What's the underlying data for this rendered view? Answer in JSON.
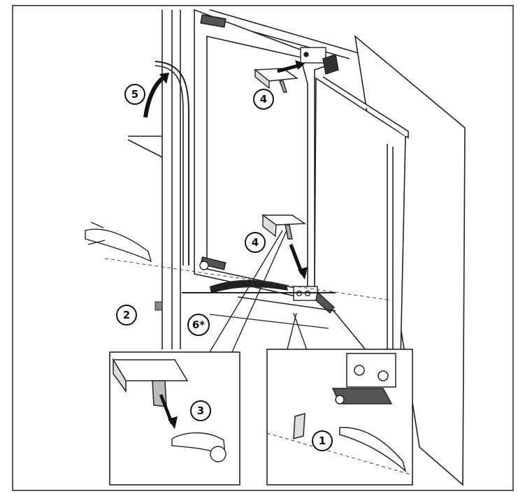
{
  "callouts": {
    "step1": "1",
    "step2": "2",
    "step3": "3",
    "step4_upper": "4",
    "step4_lower": "4",
    "step5": "5",
    "step6": "6*"
  },
  "colors": {
    "line": "#1a1a1a",
    "fill": "#ffffff",
    "shade": "#cfcfcf",
    "dark": "#2b2b2b"
  }
}
